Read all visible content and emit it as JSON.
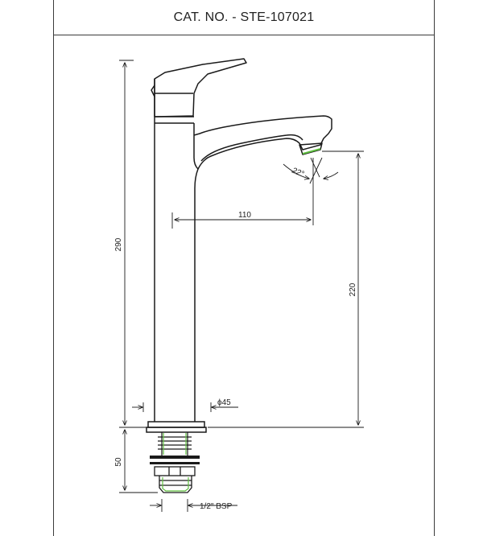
{
  "header": {
    "title": "CAT. NO. - STE-107021"
  },
  "dimensions": {
    "overall_height": "290",
    "spout_height": "220",
    "spout_reach": "110",
    "body_diameter": "ϕ45",
    "thread_length": "50",
    "thread_size": "1/2\" BSP",
    "aerator_angle": "22°"
  },
  "colors": {
    "line": "#1a1a1a",
    "aerator_accent": "#5fbf3f"
  }
}
